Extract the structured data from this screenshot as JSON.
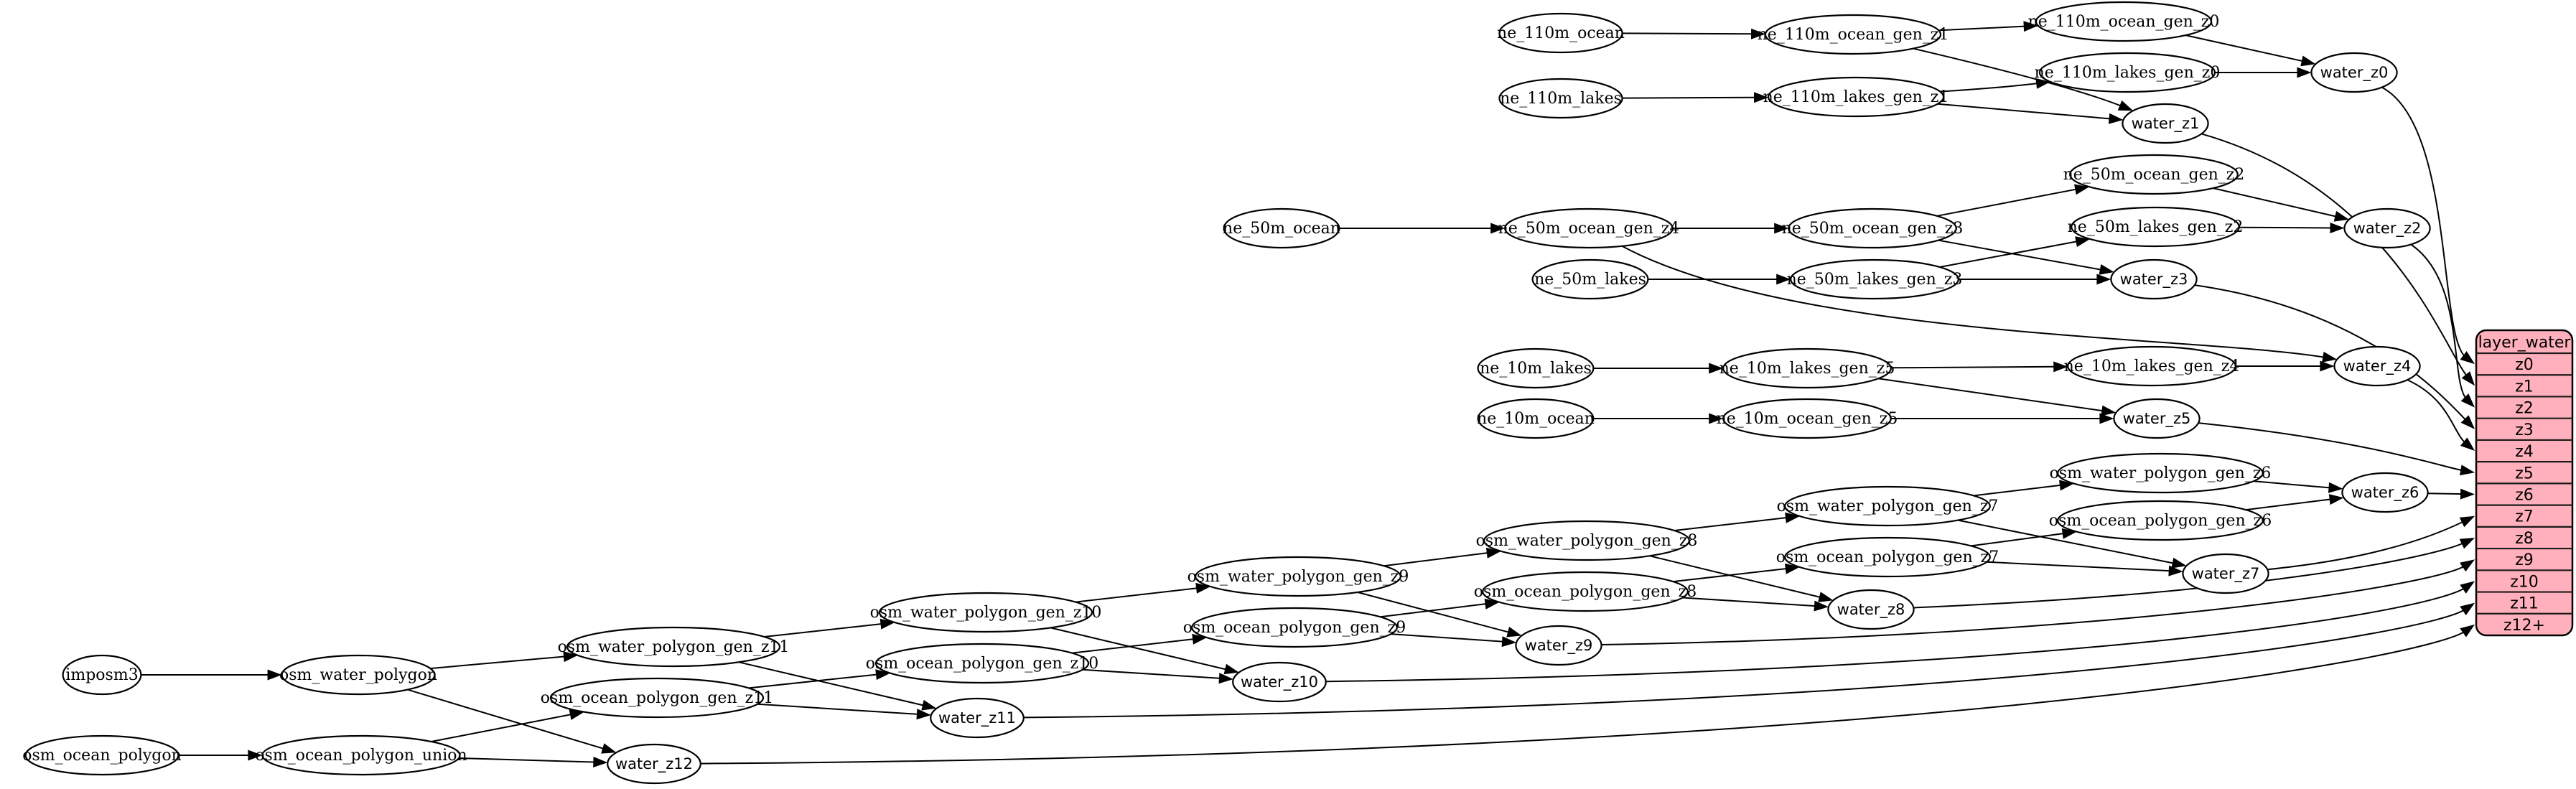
{
  "diagram": {
    "background": "#ffffff",
    "node_fill": "#ffffff",
    "node_stroke": "#000000",
    "edge_color": "#000000",
    "record": {
      "id": "layer_water",
      "title": "layer_water",
      "fill": "#ffb0bc",
      "stroke": "#000000",
      "rows": [
        "z0",
        "z1",
        "z2",
        "z3",
        "z4",
        "z5",
        "z6",
        "z7",
        "z8",
        "z9",
        "z10",
        "z11",
        "z12+"
      ]
    },
    "nodes": [
      {
        "id": "ne_110m_ocean",
        "label": "ne_110m_ocean",
        "font": "serif"
      },
      {
        "id": "ne_110m_ocean_gen_z1",
        "label": "ne_110m_ocean_gen_z1",
        "font": "serif"
      },
      {
        "id": "ne_110m_ocean_gen_z0",
        "label": "ne_110m_ocean_gen_z0",
        "font": "serif"
      },
      {
        "id": "ne_110m_lakes",
        "label": "ne_110m_lakes",
        "font": "serif"
      },
      {
        "id": "ne_110m_lakes_gen_z1",
        "label": "ne_110m_lakes_gen_z1",
        "font": "serif"
      },
      {
        "id": "ne_110m_lakes_gen_z0",
        "label": "ne_110m_lakes_gen_z0",
        "font": "serif"
      },
      {
        "id": "water_z0",
        "label": "water_z0",
        "font": "sans"
      },
      {
        "id": "water_z1",
        "label": "water_z1",
        "font": "sans"
      },
      {
        "id": "ne_50m_ocean",
        "label": "ne_50m_ocean",
        "font": "serif"
      },
      {
        "id": "ne_50m_ocean_gen_z4",
        "label": "ne_50m_ocean_gen_z4",
        "font": "serif"
      },
      {
        "id": "ne_50m_ocean_gen_z3",
        "label": "ne_50m_ocean_gen_z3",
        "font": "serif"
      },
      {
        "id": "ne_50m_ocean_gen_z2",
        "label": "ne_50m_ocean_gen_z2",
        "font": "serif"
      },
      {
        "id": "ne_50m_lakes",
        "label": "ne_50m_lakes",
        "font": "serif"
      },
      {
        "id": "ne_50m_lakes_gen_z3",
        "label": "ne_50m_lakes_gen_z3",
        "font": "serif"
      },
      {
        "id": "ne_50m_lakes_gen_z2",
        "label": "ne_50m_lakes_gen_z2",
        "font": "serif"
      },
      {
        "id": "water_z2",
        "label": "water_z2",
        "font": "sans"
      },
      {
        "id": "water_z3",
        "label": "water_z3",
        "font": "sans"
      },
      {
        "id": "ne_10m_lakes",
        "label": "ne_10m_lakes",
        "font": "serif"
      },
      {
        "id": "ne_10m_lakes_gen_z5",
        "label": "ne_10m_lakes_gen_z5",
        "font": "serif"
      },
      {
        "id": "ne_10m_lakes_gen_z4",
        "label": "ne_10m_lakes_gen_z4",
        "font": "serif"
      },
      {
        "id": "ne_10m_ocean",
        "label": "ne_10m_ocean",
        "font": "serif"
      },
      {
        "id": "ne_10m_ocean_gen_z5",
        "label": "ne_10m_ocean_gen_z5",
        "font": "serif"
      },
      {
        "id": "water_z4",
        "label": "water_z4",
        "font": "sans"
      },
      {
        "id": "water_z5",
        "label": "water_z5",
        "font": "sans"
      },
      {
        "id": "imposm3",
        "label": "imposm3",
        "font": "serif"
      },
      {
        "id": "osm_water_polygon",
        "label": "osm_water_polygon",
        "font": "serif"
      },
      {
        "id": "osm_ocean_polygon",
        "label": "osm_ocean_polygon",
        "font": "serif"
      },
      {
        "id": "osm_ocean_polygon_union",
        "label": "osm_ocean_polygon_union",
        "font": "serif"
      },
      {
        "id": "osm_water_polygon_gen_z11",
        "label": "osm_water_polygon_gen_z11",
        "font": "serif"
      },
      {
        "id": "osm_ocean_polygon_gen_z11",
        "label": "osm_ocean_polygon_gen_z11",
        "font": "serif"
      },
      {
        "id": "osm_water_polygon_gen_z10",
        "label": "osm_water_polygon_gen_z10",
        "font": "serif"
      },
      {
        "id": "osm_ocean_polygon_gen_z10",
        "label": "osm_ocean_polygon_gen_z10",
        "font": "serif"
      },
      {
        "id": "osm_water_polygon_gen_z9",
        "label": "osm_water_polygon_gen_z9",
        "font": "serif"
      },
      {
        "id": "osm_ocean_polygon_gen_z9",
        "label": "osm_ocean_polygon_gen_z9",
        "font": "serif"
      },
      {
        "id": "osm_water_polygon_gen_z8",
        "label": "osm_water_polygon_gen_z8",
        "font": "serif"
      },
      {
        "id": "osm_ocean_polygon_gen_z8",
        "label": "osm_ocean_polygon_gen_z8",
        "font": "serif"
      },
      {
        "id": "osm_water_polygon_gen_z7",
        "label": "osm_water_polygon_gen_z7",
        "font": "serif"
      },
      {
        "id": "osm_ocean_polygon_gen_z7",
        "label": "osm_ocean_polygon_gen_z7",
        "font": "serif"
      },
      {
        "id": "osm_water_polygon_gen_z6",
        "label": "osm_water_polygon_gen_z6",
        "font": "serif"
      },
      {
        "id": "osm_ocean_polygon_gen_z6",
        "label": "osm_ocean_polygon_gen_z6",
        "font": "serif"
      },
      {
        "id": "water_z6",
        "label": "water_z6",
        "font": "sans"
      },
      {
        "id": "water_z7",
        "label": "water_z7",
        "font": "sans"
      },
      {
        "id": "water_z8",
        "label": "water_z8",
        "font": "sans"
      },
      {
        "id": "water_z9",
        "label": "water_z9",
        "font": "sans"
      },
      {
        "id": "water_z10",
        "label": "water_z10",
        "font": "sans"
      },
      {
        "id": "water_z11",
        "label": "water_z11",
        "font": "sans"
      },
      {
        "id": "water_z12",
        "label": "water_z12",
        "font": "sans"
      }
    ],
    "edges": [
      {
        "from": "ne_110m_ocean",
        "to": "ne_110m_ocean_gen_z1"
      },
      {
        "from": "ne_110m_ocean_gen_z1",
        "to": "ne_110m_ocean_gen_z0"
      },
      {
        "from": "ne_110m_lakes",
        "to": "ne_110m_lakes_gen_z1"
      },
      {
        "from": "ne_110m_lakes_gen_z1",
        "to": "ne_110m_lakes_gen_z0"
      },
      {
        "from": "ne_110m_ocean_gen_z0",
        "to": "water_z0"
      },
      {
        "from": "ne_110m_lakes_gen_z0",
        "to": "water_z0"
      },
      {
        "from": "ne_110m_ocean_gen_z1",
        "to": "water_z1"
      },
      {
        "from": "ne_110m_lakes_gen_z1",
        "to": "water_z1"
      },
      {
        "from": "ne_50m_ocean",
        "to": "ne_50m_ocean_gen_z4"
      },
      {
        "from": "ne_50m_ocean_gen_z4",
        "to": "ne_50m_ocean_gen_z3"
      },
      {
        "from": "ne_50m_ocean_gen_z3",
        "to": "ne_50m_ocean_gen_z2"
      },
      {
        "from": "ne_50m_lakes",
        "to": "ne_50m_lakes_gen_z3"
      },
      {
        "from": "ne_50m_lakes_gen_z3",
        "to": "ne_50m_lakes_gen_z2"
      },
      {
        "from": "ne_50m_ocean_gen_z2",
        "to": "water_z2"
      },
      {
        "from": "ne_50m_lakes_gen_z2",
        "to": "water_z2"
      },
      {
        "from": "ne_50m_ocean_gen_z3",
        "to": "water_z3"
      },
      {
        "from": "ne_50m_lakes_gen_z3",
        "to": "water_z3"
      },
      {
        "from": "ne_50m_ocean_gen_z4",
        "to": "water_z4"
      },
      {
        "from": "ne_10m_lakes",
        "to": "ne_10m_lakes_gen_z5"
      },
      {
        "from": "ne_10m_lakes_gen_z5",
        "to": "ne_10m_lakes_gen_z4"
      },
      {
        "from": "ne_10m_ocean",
        "to": "ne_10m_ocean_gen_z5"
      },
      {
        "from": "ne_10m_lakes_gen_z5",
        "to": "water_z5"
      },
      {
        "from": "ne_10m_ocean_gen_z5",
        "to": "water_z5"
      },
      {
        "from": "ne_10m_lakes_gen_z4",
        "to": "water_z4"
      },
      {
        "from": "imposm3",
        "to": "osm_water_polygon"
      },
      {
        "from": "osm_ocean_polygon",
        "to": "osm_ocean_polygon_union"
      },
      {
        "from": "osm_water_polygon",
        "to": "osm_water_polygon_gen_z11"
      },
      {
        "from": "osm_water_polygon",
        "to": "water_z12"
      },
      {
        "from": "osm_ocean_polygon_union",
        "to": "osm_ocean_polygon_gen_z11"
      },
      {
        "from": "osm_ocean_polygon_union",
        "to": "water_z12"
      },
      {
        "from": "osm_water_polygon_gen_z11",
        "to": "osm_water_polygon_gen_z10"
      },
      {
        "from": "osm_water_polygon_gen_z11",
        "to": "water_z11"
      },
      {
        "from": "osm_ocean_polygon_gen_z11",
        "to": "osm_ocean_polygon_gen_z10"
      },
      {
        "from": "osm_ocean_polygon_gen_z11",
        "to": "water_z11"
      },
      {
        "from": "osm_water_polygon_gen_z10",
        "to": "osm_water_polygon_gen_z9"
      },
      {
        "from": "osm_water_polygon_gen_z10",
        "to": "water_z10"
      },
      {
        "from": "osm_ocean_polygon_gen_z10",
        "to": "osm_ocean_polygon_gen_z9"
      },
      {
        "from": "osm_ocean_polygon_gen_z10",
        "to": "water_z10"
      },
      {
        "from": "osm_water_polygon_gen_z9",
        "to": "osm_water_polygon_gen_z8"
      },
      {
        "from": "osm_water_polygon_gen_z9",
        "to": "water_z9"
      },
      {
        "from": "osm_ocean_polygon_gen_z9",
        "to": "osm_ocean_polygon_gen_z8"
      },
      {
        "from": "osm_ocean_polygon_gen_z9",
        "to": "water_z9"
      },
      {
        "from": "osm_water_polygon_gen_z8",
        "to": "osm_water_polygon_gen_z7"
      },
      {
        "from": "osm_water_polygon_gen_z8",
        "to": "water_z8"
      },
      {
        "from": "osm_ocean_polygon_gen_z8",
        "to": "osm_ocean_polygon_gen_z7"
      },
      {
        "from": "osm_ocean_polygon_gen_z8",
        "to": "water_z8"
      },
      {
        "from": "osm_water_polygon_gen_z7",
        "to": "osm_water_polygon_gen_z6"
      },
      {
        "from": "osm_water_polygon_gen_z7",
        "to": "water_z7"
      },
      {
        "from": "osm_ocean_polygon_gen_z7",
        "to": "osm_ocean_polygon_gen_z6"
      },
      {
        "from": "osm_ocean_polygon_gen_z7",
        "to": "water_z7"
      },
      {
        "from": "osm_water_polygon_gen_z6",
        "to": "water_z6"
      },
      {
        "from": "osm_ocean_polygon_gen_z6",
        "to": "water_z6"
      },
      {
        "from": "water_z0",
        "to": "layer_water.z0"
      },
      {
        "from": "water_z1",
        "to": "layer_water.z1"
      },
      {
        "from": "water_z2",
        "to": "layer_water.z2"
      },
      {
        "from": "water_z3",
        "to": "layer_water.z3"
      },
      {
        "from": "water_z4",
        "to": "layer_water.z4"
      },
      {
        "from": "water_z5",
        "to": "layer_water.z5"
      },
      {
        "from": "water_z6",
        "to": "layer_water.z6"
      },
      {
        "from": "water_z7",
        "to": "layer_water.z7"
      },
      {
        "from": "water_z8",
        "to": "layer_water.z8"
      },
      {
        "from": "water_z9",
        "to": "layer_water.z9"
      },
      {
        "from": "water_z10",
        "to": "layer_water.z10"
      },
      {
        "from": "water_z11",
        "to": "layer_water.z11"
      },
      {
        "from": "water_z12",
        "to": "layer_water.z12+"
      }
    ]
  }
}
